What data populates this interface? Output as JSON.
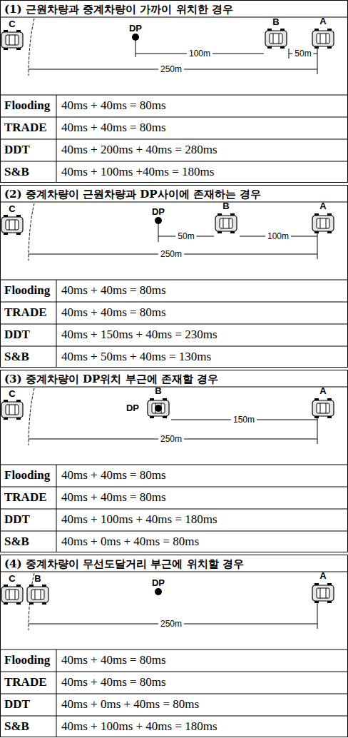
{
  "diagram": {
    "nodes": [
      {
        "text": [
          "(1) 근원차량과 중계차량이 가까이 위치한 경우"
        ]
      },
      {
        "text": [
          "(2) 중계차량이 근원차량과 DP사이에 존재하는 경우"
        ]
      },
      {
        "text": [
          "(3) 중계차량이 DP위치 부근에 존재할 경우"
        ]
      },
      {
        "text": [
          "(4) 중계차량이 무선도달거리 부근에 위치할 경우"
        ]
      }
    ],
    "edges": [],
    "labels": [
      "C",
      "DP",
      "B",
      "A",
      "100m",
      "50m",
      "250m",
      "Flooding",
      "40ms + 40ms = 80ms",
      "TRADE",
      "40ms + 40ms = 80ms",
      "DDT",
      "40ms + 200ms + 40ms = 280ms",
      "S&B",
      "40ms + 100ms +40ms = 180ms",
      "C",
      "DP",
      "B",
      "A",
      "50m",
      "100m",
      "250m",
      "Flooding",
      "40ms + 40ms = 80ms",
      "TRADE",
      "40ms + 40ms = 80ms",
      "DDT",
      "40ms + 150ms + 40ms = 230ms",
      "S&B",
      "40ms + 50ms + 40ms = 130ms",
      "C",
      "DP",
      "B",
      "A",
      "150m",
      "250m",
      "Flooding",
      "40ms + 40ms = 80ms",
      "TRADE",
      "40ms + 40ms = 80ms",
      "DDT",
      "40ms + 100ms + 40ms = 180ms",
      "S&B",
      "40ms + 0ms + 40ms = 80ms",
      "C",
      "B",
      "DP",
      "A",
      "250m",
      "Flooding",
      "40ms + 40ms = 80ms",
      "TRADE",
      "40ms + 40ms = 80ms",
      "DDT",
      "40ms + 0ms + 40ms = 80ms",
      "S&B",
      "40ms + 100ms + 40ms = 180ms"
    ]
  }
}
